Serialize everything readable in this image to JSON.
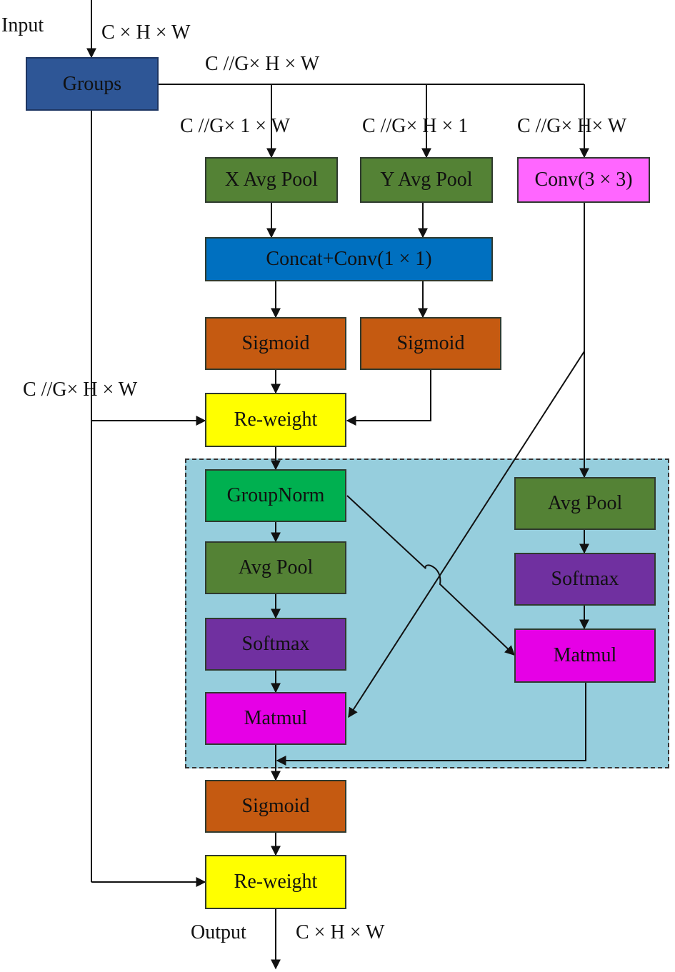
{
  "labels": {
    "input": "Input",
    "input_shape": "C × H × W",
    "groups_out_shape": "C //G× H × W",
    "x_pool_shape": "C //G× 1 × W",
    "y_pool_shape": "C //G× H × 1",
    "conv_shape": "C //G× H× W",
    "residual_shape": "C //G× H × W",
    "output": "Output",
    "output_shape": "C × H × W"
  },
  "blocks": {
    "groups": "Groups",
    "x_avg_pool": "X Avg Pool",
    "y_avg_pool": "Y Avg Pool",
    "conv3x3": "Conv(3 × 3)",
    "concat_conv": "Concat+Conv(1 × 1)",
    "sigmoid_left": "Sigmoid",
    "sigmoid_right": "Sigmoid",
    "reweight_top": "Re-weight",
    "groupnorm": "GroupNorm",
    "avg_pool_left": "Avg Pool",
    "softmax_left": "Softmax",
    "matmul_left": "Matmul",
    "avg_pool_right": "Avg Pool",
    "softmax_right": "Softmax",
    "matmul_right": "Matmul",
    "sigmoid_bottom": "Sigmoid",
    "reweight_bottom": "Re-weight"
  },
  "colors": {
    "groups": "#2e5696",
    "pool_green": "#548235",
    "conv_pink": "#ff66ff",
    "concat_blue": "#0070c0",
    "sigmoid_orange": "#c55a11",
    "reweight_yellow": "#ffff00",
    "groupnorm_green": "#00b050",
    "softmax_purple": "#7030a0",
    "matmul_magenta": "#e600e6",
    "attention_region": "#96cedd"
  }
}
